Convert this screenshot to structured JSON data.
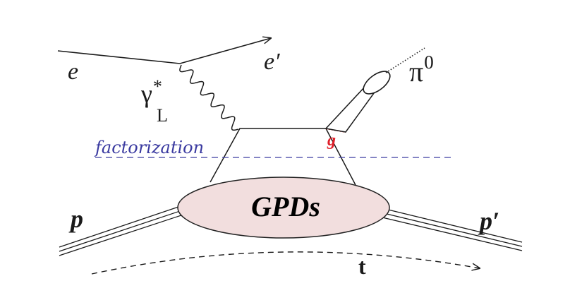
{
  "labels": {
    "electron_in": "e",
    "electron_out": "e′",
    "photon_symbol": "γ",
    "photon_sup": "*",
    "photon_sub": "L",
    "pion_symbol": "π",
    "pion_sup": "0",
    "factorization": "factorization",
    "gluon": "g",
    "blob": "GPDs",
    "proton_in": "p",
    "proton_out": "p′",
    "momentum_transfer": "t"
  },
  "colors": {
    "line": "#1a1a1a",
    "factorization": "#3a3aa0",
    "gluon": "#e0202a",
    "blob_fill": "#f2dede",
    "blob_stroke": "#222222"
  }
}
